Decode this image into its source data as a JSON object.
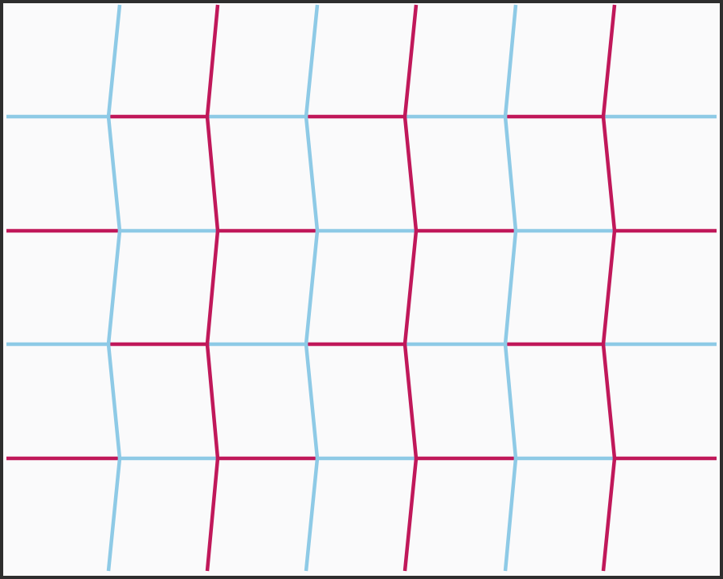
{
  "pattern": {
    "type": "zigzag-grid-illusion",
    "colors": {
      "frame": "#2e2e2e",
      "background": "#fafafb",
      "series_a": "#8ecae6",
      "series_b": "#c0185a"
    },
    "vertical_lines": 6,
    "horizontal_lines": 4,
    "vertical_color_order": [
      "series_a",
      "series_b",
      "series_a",
      "series_b",
      "series_a",
      "series_b"
    ],
    "horizontal_color_order": [
      "series_a",
      "series_b",
      "series_a",
      "series_b"
    ]
  }
}
